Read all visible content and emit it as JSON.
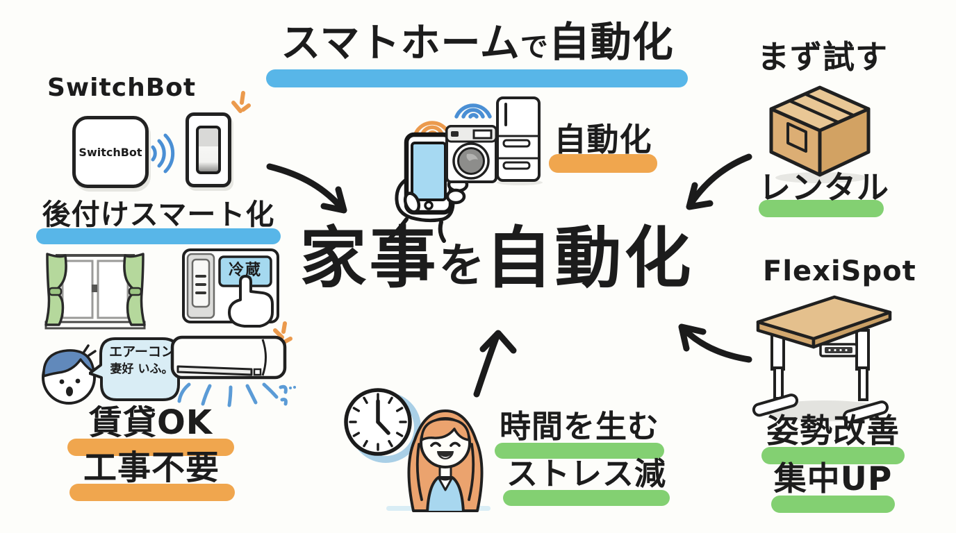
{
  "palette": {
    "ink": "#1c1c1c",
    "blue_highlight": "#58b6e8",
    "orange_highlight": "#f0a64e",
    "green_highlight": "#83d072",
    "wifi_blue": "#4a8fd4",
    "wifi_orange": "#eb9a4d",
    "curtain_green": "#b5d89c",
    "cardboard_tan": "#dcae74",
    "desk_tan": "#e4c08d",
    "hair_orange": "#eba36e",
    "hair_blue": "#6189bb",
    "phone_screen_blue": "#a6d9f2",
    "clock_ring_blue": "#a9cfe6",
    "shirt_blue": "#a8d7ef",
    "speech_bubble_blue": "#d9edf5",
    "panel_button_blue": "#a5d9ef"
  },
  "title": {
    "main": "スマトホーム",
    "particle": "で",
    "suffix": "自動化"
  },
  "center_headline": {
    "part1": "家事",
    "particle": "を",
    "part2": "自動化"
  },
  "switchbot": {
    "heading": "SwitchBot",
    "device_label": "SwitchBot",
    "caption": "後付けスマート化"
  },
  "remote_panel": {
    "button_label": "冷蔵"
  },
  "speech_bubble": {
    "line1": "エアーコン",
    "line2": "妻好 いふ。"
  },
  "left_benefits": {
    "line1": "賃貸OK",
    "line2": "工事不要"
  },
  "appliances": {
    "badge": "自動化"
  },
  "trial": {
    "heading": "まず試す",
    "label": "レンタル"
  },
  "desk": {
    "heading": "FlexiSpot",
    "benefit1": "姿勢改善",
    "benefit2": "集中UP"
  },
  "time_benefits": {
    "line1": "時間を生む",
    "line2": "ストレス減"
  }
}
